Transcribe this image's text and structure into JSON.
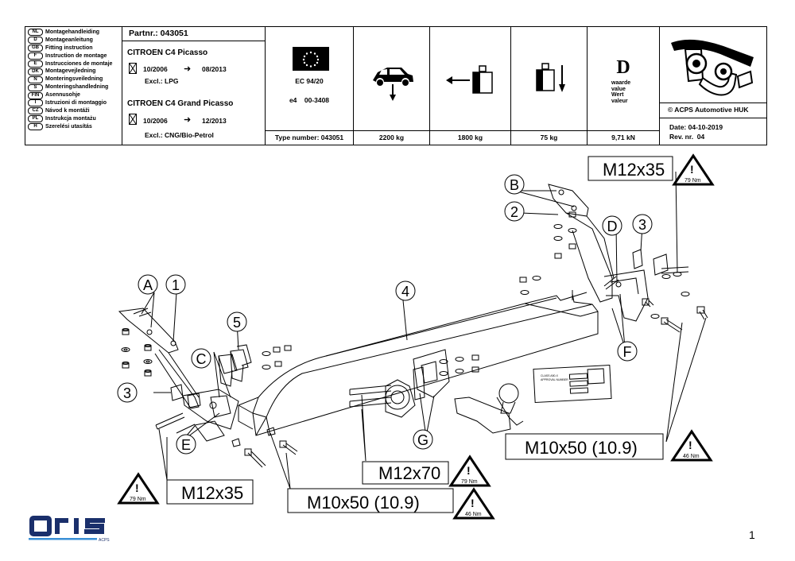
{
  "header": {
    "languages": [
      {
        "code": "NL",
        "text": "Montagehandleiding"
      },
      {
        "code": "D",
        "text": "Montageanleitung"
      },
      {
        "code": "GB",
        "text": "Fitting instruction"
      },
      {
        "code": "F",
        "text": "Instruction de montage"
      },
      {
        "code": "E",
        "text": "Instrucciones de montaje"
      },
      {
        "code": "DK",
        "text": "Montagevejledning"
      },
      {
        "code": "N",
        "text": "Monteringsveiledning"
      },
      {
        "code": "S",
        "text": "Monteringshandledning"
      },
      {
        "code": "FIN",
        "text": "Asennusohje"
      },
      {
        "code": "I",
        "text": "Istruzioni di montaggio"
      },
      {
        "code": "CZ",
        "text": "Návod k montáži"
      },
      {
        "code": "PL",
        "text": "Instrukcja montażu"
      },
      {
        "code": "H",
        "text": "Szerelési utasítás"
      }
    ],
    "part_number": "Partnr.: 043051",
    "vehicle1": {
      "name": "CITROEN C4 Picasso",
      "from": "10/2006",
      "to": "08/2013",
      "excl": "Excl.: LPG"
    },
    "vehicle2": {
      "name": "CITROEN C4 Grand Picasso",
      "from": "10/2006",
      "to": "12/2013",
      "excl": "Excl.: CNG/Bio-Petrol"
    },
    "approval": "EC 94/20",
    "approval_number": "e4    00-3408",
    "type_number": "Type number: 043051",
    "max_weight": "2200 kg",
    "trailer_load": "1800 kg",
    "vertical_load": "75 kg",
    "d_value_letter": "D",
    "d_value_words": [
      "waarde",
      "value",
      "Wert",
      "valeur"
    ],
    "d_value": "9,71 kN",
    "copyright": "© ACPS Automotive HUK",
    "date": "Date: 04-10-2019",
    "revision": "Rev. nr.  04"
  },
  "callouts": {
    "m12x35_top": "M12x35",
    "m10x50_right": "M10x50 (10.9)",
    "m12x70": "M12x70",
    "m10x50_bottom": "M10x50 (10.9)",
    "m12x35_left": "M12x35"
  },
  "torques": {
    "t_79_top": "79 Nm",
    "t_46_right": "46 Nm",
    "t_79_mid": "79 Nm",
    "t_46_bottom": "46 Nm",
    "t_79_left": "79 Nm"
  },
  "labels": {
    "A": "A",
    "B": "B",
    "C": "C",
    "D": "D",
    "E": "E",
    "F": "F",
    "G": "G",
    "n1": "1",
    "n2": "2",
    "n3_right": "3",
    "n3_left": "3",
    "n4": "4",
    "n5": "5"
  },
  "plate": {
    "line1": "CLASS A50-X",
    "line2": "APPROVAL NUMBER"
  },
  "logo": {
    "brand": "oris",
    "sub": "ACPS",
    "color": "#1a2f6b"
  },
  "page_number": "1"
}
